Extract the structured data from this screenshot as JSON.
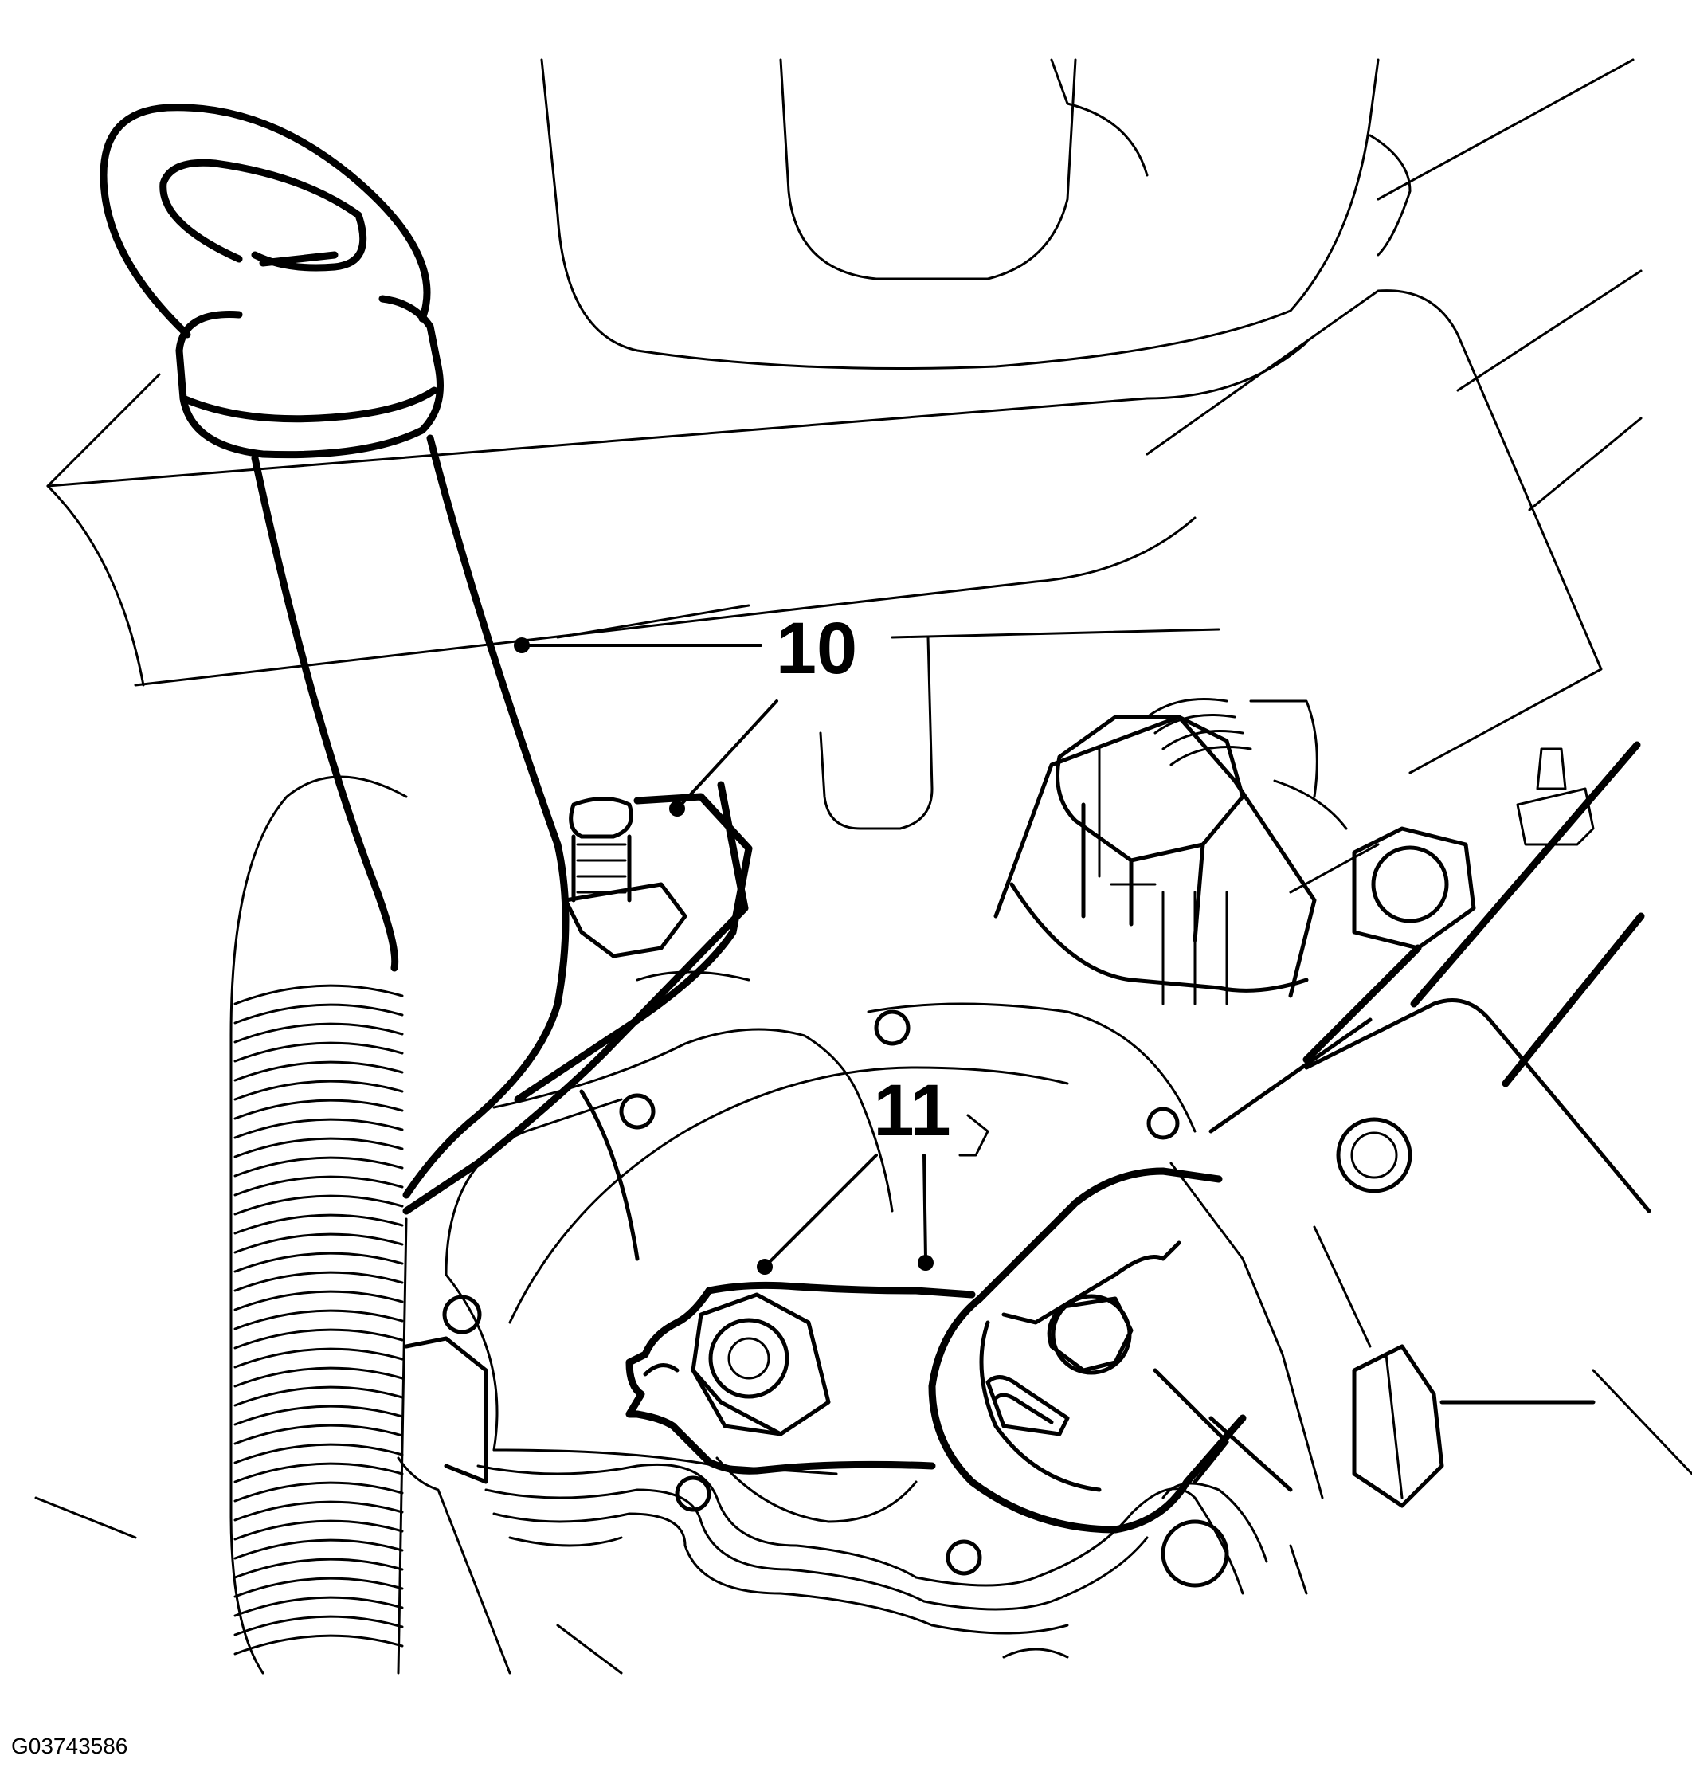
{
  "callouts": [
    {
      "id": "10",
      "label": "10"
    },
    {
      "id": "11",
      "label": "11"
    }
  ],
  "figure_id": "G03743586",
  "colors": {
    "line": "#000000",
    "background": "#ffffff"
  }
}
